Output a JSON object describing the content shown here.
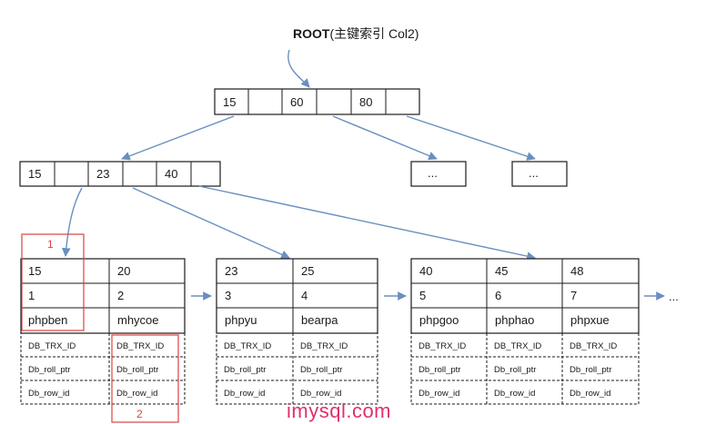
{
  "title": {
    "bold": "ROOT",
    "rest": "(主键索引 Col2)"
  },
  "root_keys": [
    "15",
    "60",
    "80"
  ],
  "level2_keys": [
    "15",
    "23",
    "40"
  ],
  "ellipsis": "...",
  "leaves": [
    {
      "keys": [
        "15",
        "20"
      ],
      "ids": [
        "1",
        "2"
      ],
      "names": [
        "phpben",
        "mhycoe"
      ],
      "hidden": [
        "DB_TRX_ID",
        "Db_roll_ptr",
        "Db_row_id"
      ]
    },
    {
      "keys": [
        "23",
        "25"
      ],
      "ids": [
        "3",
        "4"
      ],
      "names": [
        "phpyu",
        "bearpa"
      ],
      "hidden": [
        "DB_TRX_ID",
        "Db_roll_ptr",
        "Db_row_id"
      ]
    },
    {
      "keys": [
        "40",
        "45",
        "48"
      ],
      "ids": [
        "5",
        "6",
        "7"
      ],
      "names": [
        "phpgoo",
        "phphao",
        "phpxue"
      ],
      "hidden": [
        "DB_TRX_ID",
        "Db_roll_ptr",
        "Db_row_id"
      ]
    }
  ],
  "annotations": {
    "one": "1",
    "two": "2"
  },
  "watermark": "imysql.com",
  "colors": {
    "arrow": "#6a8fc0",
    "annotation": "#e04040",
    "watermark": "#e0306a",
    "border": "#1a1a1a"
  }
}
